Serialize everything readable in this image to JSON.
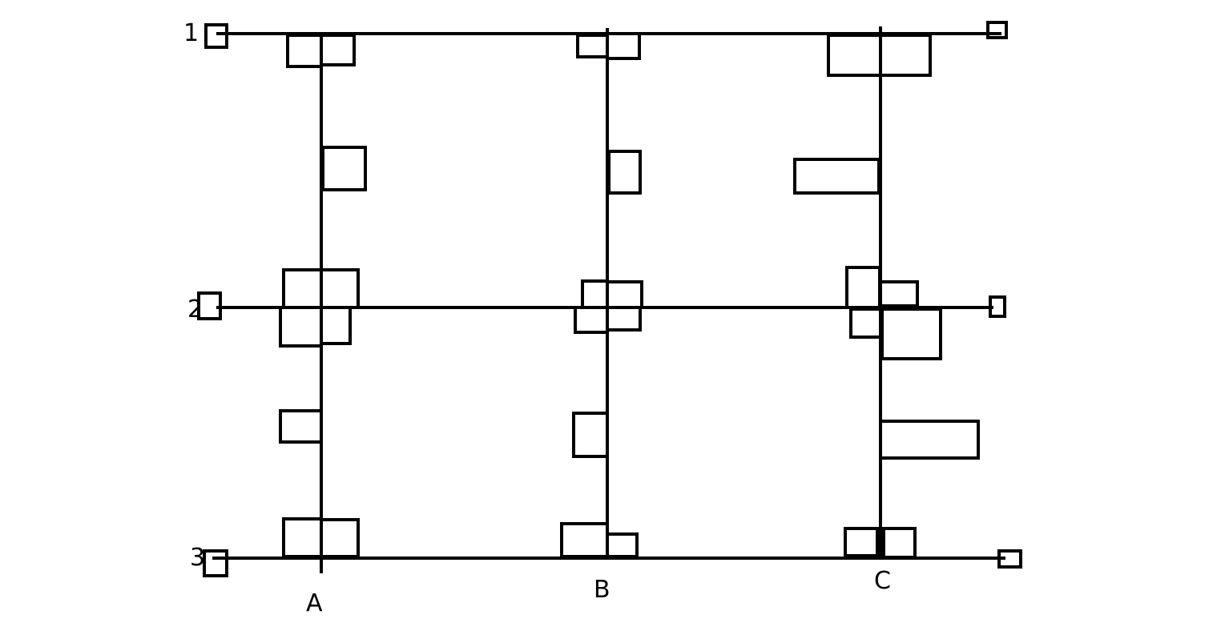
{
  "row_labels": {
    "row1": "1",
    "row2": "2",
    "row3": "3"
  },
  "column_labels": {
    "colA": "A",
    "colB": "B",
    "colC": "C"
  },
  "colors": {
    "line": "#000000",
    "background": "#ffffff"
  }
}
